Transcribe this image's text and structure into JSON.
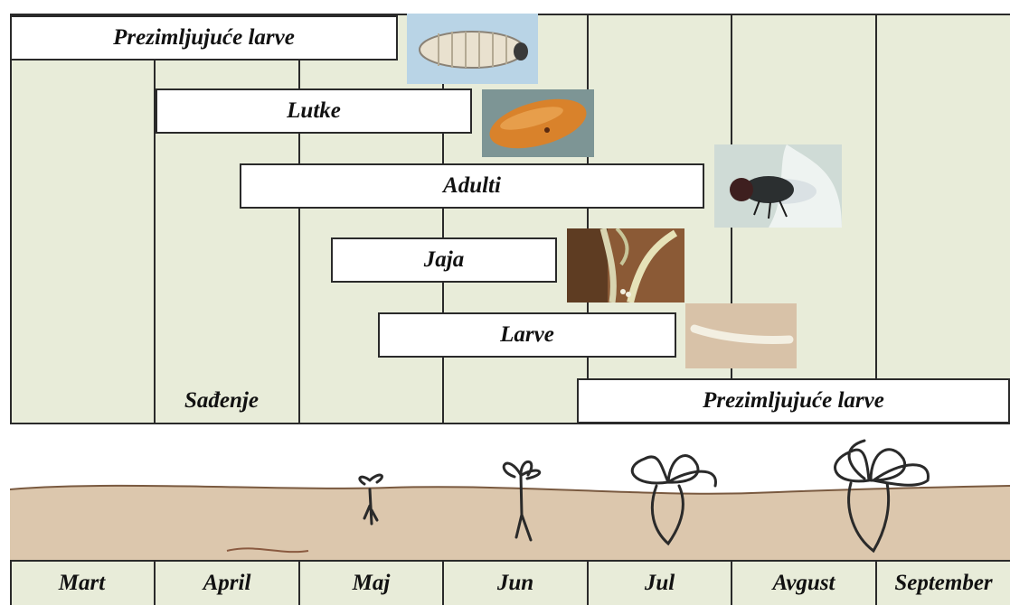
{
  "months": [
    "Mart",
    "April",
    "Maj",
    "Jun",
    "Jul",
    "Avgust",
    "September"
  ],
  "stages": [
    {
      "label": "Prezimljujuće larve",
      "image": "overwintering-larva-photo"
    },
    {
      "label": "Lutke",
      "image": "pupa-photo"
    },
    {
      "label": "Adulti",
      "image": "adult-fly-photo"
    },
    {
      "label": "Jaja",
      "image": "eggs-in-soil-photo"
    },
    {
      "label": "Larve",
      "image": "larva-photo"
    },
    {
      "label": "Prezimljujuće larve"
    }
  ],
  "planting_label": "Sađenje",
  "colors": {
    "panel_background": "#e8ecd9",
    "soil": "#dcc7ad",
    "lines": "#2a2a2a",
    "bar_fill": "#ffffff"
  }
}
